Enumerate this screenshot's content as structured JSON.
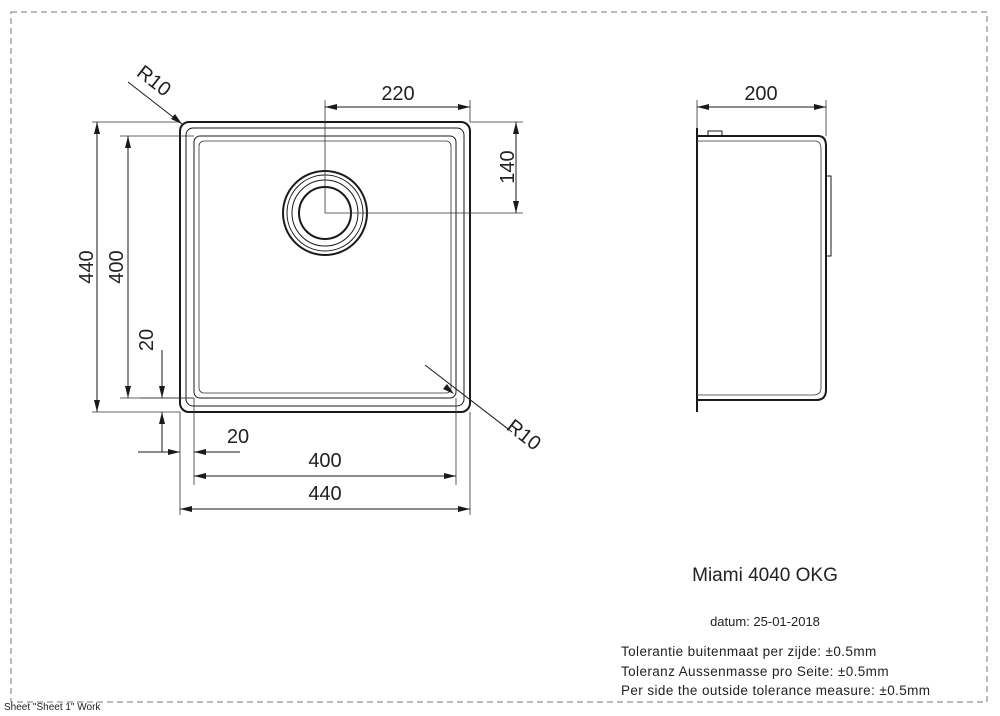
{
  "drawing": {
    "top_view": {
      "dims": {
        "outer_width": "440",
        "inner_width": "400",
        "drain_offset_x": "220",
        "drain_offset_y": "140",
        "outer_height": "440",
        "inner_height": "400",
        "rim_vertical": "20",
        "rim_horizontal": "20",
        "corner_radius_top": "R10",
        "corner_radius_bottom": "R10"
      }
    },
    "side_view": {
      "dims": {
        "depth": "200"
      }
    }
  },
  "title_block": {
    "model": "Miami 4040 OKG",
    "date": "datum: 25-01-2018",
    "tolerance_nl": "Tolerantie buitenmaat per zijde: ±0.5mm",
    "tolerance_de": "Toleranz Aussenmasse pro Seite: ±0.5mm",
    "tolerance_en": "Per side the outside tolerance measure: ±0.5mm"
  },
  "sheet_label": "Sheet \"Sheet 1\" Work"
}
